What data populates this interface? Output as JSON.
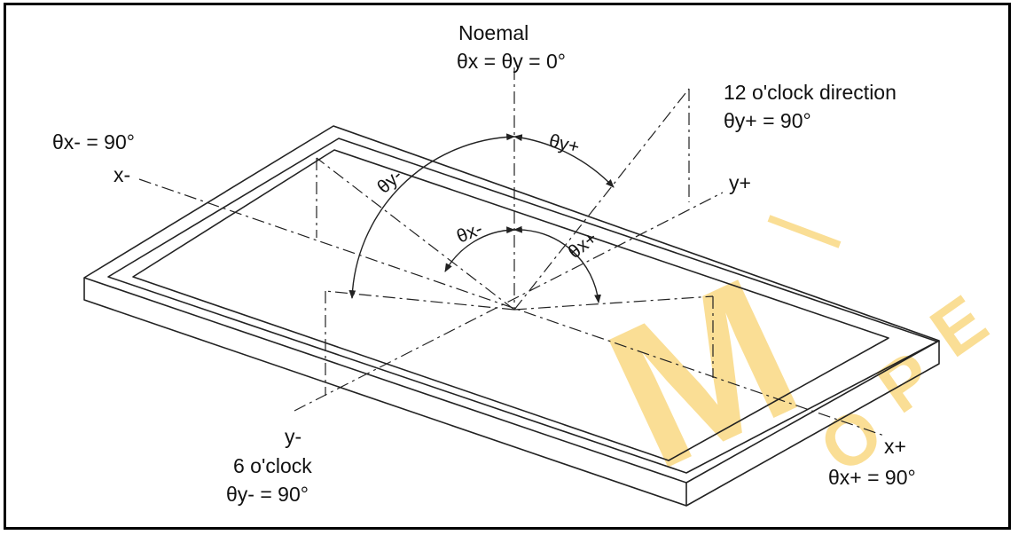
{
  "labels": {
    "normal_title": "Noemal",
    "normal_angles": "θx = θy = 0°",
    "twelve_title": "12 o'clock direction",
    "twelve_angle": "θy+ = 90°",
    "x_minus_angle": "θx- = 90°",
    "x_minus_axis": "x-",
    "y_plus_axis": "y+",
    "y_minus_axis": "y-",
    "six_title": "6 o'clock",
    "six_angle": "θy- = 90°",
    "x_plus_axis": "x+",
    "x_plus_angle": "θx+ = 90°",
    "theta_y_plus": "θy+",
    "theta_y_minus": "θy-",
    "theta_x_minus": "θx-",
    "theta_x_plus": "θx+"
  },
  "watermark": {
    "text": "M",
    "letters": [
      "O",
      "P",
      "E"
    ],
    "color": "#f7c440"
  }
}
